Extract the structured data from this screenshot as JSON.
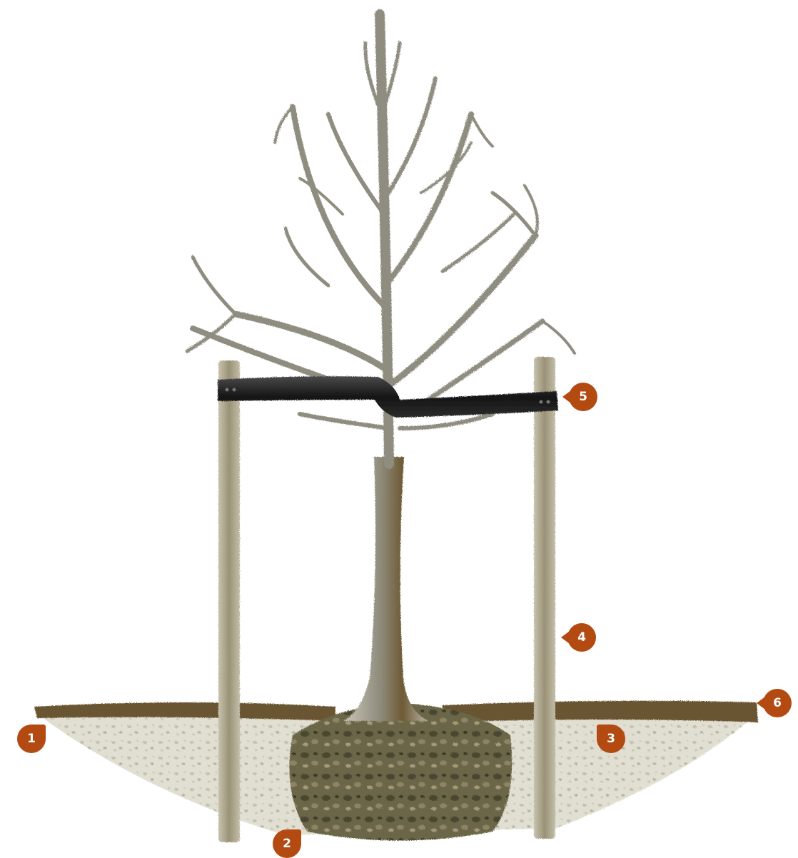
{
  "diagram": {
    "markers": [
      {
        "id": "1",
        "label": "1"
      },
      {
        "id": "2",
        "label": "2"
      },
      {
        "id": "3",
        "label": "3"
      },
      {
        "id": "4",
        "label": "4"
      },
      {
        "id": "5",
        "label": "5"
      },
      {
        "id": "6",
        "label": "6"
      }
    ]
  },
  "colors": {
    "marker": "#b34a12",
    "soil_topsoil": "#5e4a24",
    "planting_pit": "#d9d6c8",
    "stake": "#a39b84",
    "tree": "#8f8c80",
    "tie": "#1e1e1e",
    "root_ball": "#5d5a3f"
  }
}
